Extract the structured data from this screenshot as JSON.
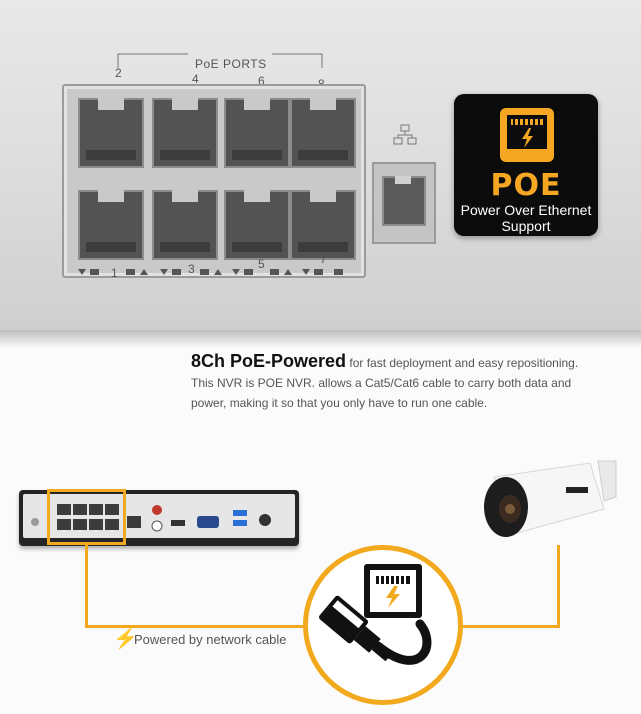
{
  "switch": {
    "poe_ports_label": "PoE PORTS",
    "top_numbers": [
      "2",
      "4",
      "6",
      "8"
    ],
    "bottom_numbers": [
      "1",
      "3",
      "5",
      "7"
    ]
  },
  "badge": {
    "title": "POE",
    "subtitle_line1": "Power Over Ethernet",
    "subtitle_line2": "Support"
  },
  "description": {
    "title": "8Ch PoE-Powered",
    "title_suffix": " for fast deployment and easy repositioning.",
    "line2": "This NVR is POE NVR. allows a Cat5/Cat6 cable to carry both data and",
    "line3": "power, making it so that you only have to run one cable."
  },
  "diagram": {
    "powered_label": "Powered by network cable"
  },
  "colors": {
    "accent": "#f3a91e",
    "badge_bg": "#0c0c0c"
  }
}
